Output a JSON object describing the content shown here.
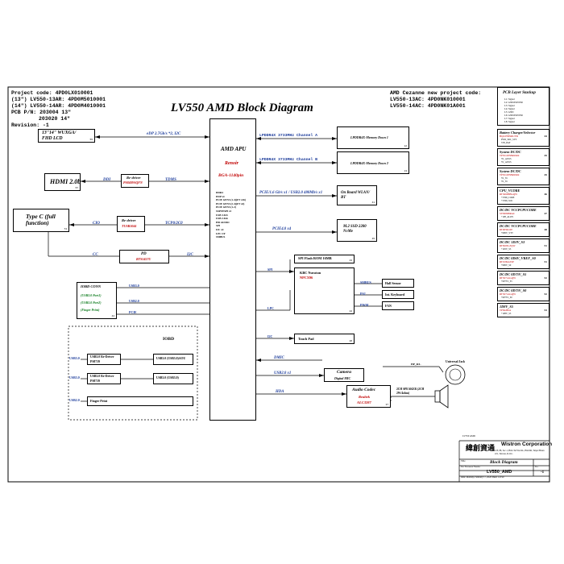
{
  "header": {
    "project_lines": [
      "Project code: 4PD0LX010001",
      "(13\") LV550-13AR: 4PD0M5010001",
      "(14\") LV550-14AR: 4PD0M4010001",
      "PCB P/N: 203004 13\"",
      "203020 14\"",
      "Revision: -1"
    ],
    "title": "LV550 AMD Block Diagram",
    "new_project_lines": [
      "AMD Cezanne new project code:",
      "LV550-13AC: 4PD0NK010001",
      "LV550-14AC: 4PD0NK01A001"
    ]
  },
  "apu": {
    "title": "AMD APU",
    "name": "Renoir",
    "package": "BGA-1140pin",
    "interfaces": [
      "DDR4",
      "EDP x4",
      "PCIE GEN3 (1-4)(FT x16)",
      "PCIE GEN3 (2-4)(FT x4)",
      "PCIE GEN3 (1-2)",
      "SSPI/ESPI x1",
      "USB 3.0x5",
      "USB 2.0x6",
      "HD AUDIO",
      "SPI",
      "I2C x4",
      "LPC I/F",
      "SMBUS"
    ]
  },
  "left": {
    "lcd": {
      "label": "13\"14\" WUXGA/ FHD LCD",
      "pin": "55"
    },
    "edp_signal": "eDP 2.7Gb/s *2, I2C",
    "hdmi": {
      "label": "HDMI 2.0b",
      "pin": "57"
    },
    "ddi": "DDI",
    "hdmi_redriver": {
      "label": "Re-driver",
      "part": "PS8409AQFN",
      "pin": "57"
    },
    "tdms": "TDMS",
    "typec": {
      "label": "Type C (full function)",
      "pin": "T4"
    },
    "cio": "CIO",
    "typec_redriver": {
      "label": "Re-driver",
      "part": "TUSB1044",
      "pin": "T5"
    },
    "tcp": "TCP0/2C0",
    "cc": "CC",
    "pd": {
      "label": "PD",
      "part": "RTS5457U",
      "pin": "T6"
    },
    "i2c": "I2C",
    "iobd_conn": {
      "label": "IOBD CONN",
      "items": [
        "(USB3.0 Port1)",
        "(USB3.0 Port2)",
        "(Finger Print)"
      ],
      "pin": "44"
    },
    "usb3_signal": "USB3.0",
    "usb2_signal": "USB2.0",
    "pcie_signal": "PCIE"
  },
  "iobd": {
    "title": "IOBD",
    "usb3_a": "USB3.0",
    "redriver1": {
      "label": "USB3.0 Re-Driver",
      "part": "PS8719"
    },
    "port1": "USB3.0 (USB3.0)AOU",
    "usb3_b": "USB3.0",
    "redriver2": {
      "label": "USB3.0 Re-Driver",
      "part": "PS8719"
    },
    "port2": "USB3.0 (USB3.0)",
    "usb2": "USB2.0",
    "fingerprint": "Finger Print"
  },
  "right": {
    "ch_a": "LPDDR4X 3733MHz Channel A",
    "mem1": {
      "label": "LPDDR4X-Memory Down 1",
      "pin": "12"
    },
    "ch_b": "LPDDR4X 3733MHz Channel B",
    "mem2": {
      "label": "LPDDR4X-Memory Down 2",
      "pin": "13"
    },
    "wlan_signal": "PCIE/1.6 Gb/s x1 / USB2.0 480Mb/s x1",
    "wlan": {
      "label": "On Board WLAN/ BT",
      "pin": "41"
    },
    "ssd_signal": "PCIE4.0 x4",
    "ssd": {
      "label": "M.2 SSD 2280 NvMe",
      "pin": "45"
    },
    "spi_flash": {
      "label": "SPI Flash ROM 16MB",
      "pin": "23"
    },
    "spi": "SPI",
    "kbc": {
      "label": "KBC Nuvoton",
      "part": "NPCX96",
      "pin": "24"
    },
    "lpc": "LPC",
    "smbus": "SMBUS",
    "ps2": "PS2",
    "pwm": "PWM",
    "hall": {
      "label": "Hall Sensor",
      "pin": "47"
    },
    "keyboard": {
      "label": "Int. Keyboard",
      "pin": "46"
    },
    "fan": {
      "label": "FAN",
      "pin": "49"
    },
    "i2c": "I2C",
    "touchpad": {
      "label": "Touch Pad",
      "pin": "48"
    },
    "dmic": "DMIC",
    "usb2_x1": "USB2.0 x1",
    "camera": {
      "label": "Camera",
      "sub": "Digital MIC"
    },
    "hda": "HDA",
    "codec": {
      "label": "Audio Codec",
      "part": "Realtek",
      "part2": "ALC3287",
      "pin": "37"
    },
    "speaker": "2CH SPEAKER (2CH 2W/4ohm)",
    "jack": "Universal Jack",
    "jack_signals": "HP_R/L"
  },
  "stackup": {
    "title": "PCB Layer Stackup",
    "layers": [
      "L1: Signal",
      "L2: GND/POWER",
      "L3: Signal",
      "L4: Signal",
      "L5: GND",
      "L6: GND/POWER",
      "L7: Signal",
      "L8: Signal"
    ]
  },
  "power": [
    {
      "title": "Battery Charger/Selector",
      "part": "BQ24780SRUYR",
      "page": "44",
      "rows": [
        "PWR_SRC_SYS",
        "VIN_BAT"
      ]
    },
    {
      "title": "System DC/DC",
      "part": "TPS51285BRUKR",
      "page": "45",
      "rows": [
        "3V_ALWS",
        "5V_ALWS"
      ]
    },
    {
      "title": "System DC/DC",
      "part": "TPS51285BRUKR",
      "page": "45",
      "rows": [
        "5V_S5",
        "3V_S5"
      ]
    },
    {
      "title": "CPU_VCORE",
      "part": "RT3663BBGQW",
      "page": "46",
      "rows": [
        "+VDD_CORE",
        "+VDD_SOC"
      ]
    },
    {
      "title": "DC/DC VCCPCPUCORE",
      "part": "SY8286BRAC",
      "page": "47",
      "rows": [
        "+1P8_ALWS"
      ]
    },
    {
      "title": "DC/DC VCCPCPUCORE",
      "part": "RT9059GSP",
      "page": "48",
      "rows": [
        "+0P6V_VTT"
      ]
    },
    {
      "title": "DC/DC 1D2V_S3",
      "part": "RT8205LZQW",
      "page": "51",
      "rows": [
        "+1P2V_S3"
      ]
    },
    {
      "title": "DC/DC 0D6V_VREF_S0",
      "part": "RT9199AZSP",
      "page": "51",
      "rows": [
        "+0P6V_S0"
      ]
    },
    {
      "title": "DC/DC 0D75V_S5",
      "part": "RT5071AGQW",
      "page": "52",
      "rows": [
        "+0P75V_S5"
      ]
    },
    {
      "title": "DC/DC 0D75V_S0",
      "part": "RT5071AGQW",
      "page": "52",
      "rows": [
        "+0P75V_S0"
      ]
    },
    {
      "title": "1D8V_S5",
      "part": "TPS6280A",
      "page": "53",
      "rows": [
        "+1P8V_S5"
      ]
    }
  ],
  "titleblock": {
    "company_cn": "緯創資通",
    "company": "Wistron Corporation",
    "address": "21F, 88, Sec.1, Hsin Tai Wu Rd., Hsichih, Taipei Hsien 221, Taiwan, R.O.C.",
    "title_label": "Title",
    "title": "Block Diagram",
    "doc_label": "Size Document Number",
    "doc": "LV550_AMD",
    "rev_label": "Rev",
    "rev": "-1",
    "date": "Date: Monday, February 17, 2020   Sheet 1 of 99",
    "top_label": "LV550 AMD"
  }
}
